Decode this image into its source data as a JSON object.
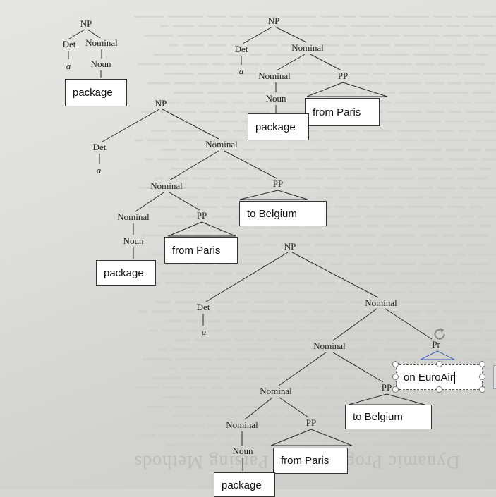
{
  "slide": {
    "background_color": "#d7d7d4",
    "faded_heading": "Dynamic Programming Parsing Methods"
  },
  "tree_labels": {
    "np": "NP",
    "det": "Det",
    "nominal": "Nominal",
    "noun": "Noun",
    "pp": "PP",
    "a": "a",
    "pp_clipped": "Pr"
  },
  "text_boxes": {
    "package": "package",
    "from_paris": "from Paris",
    "to_belgium": "to Belgium",
    "on_euroair": "on EuroAir"
  },
  "selection": {
    "rotate_icon": "rotate-handle-icon",
    "handle_icon": "resize-handle-icon"
  }
}
